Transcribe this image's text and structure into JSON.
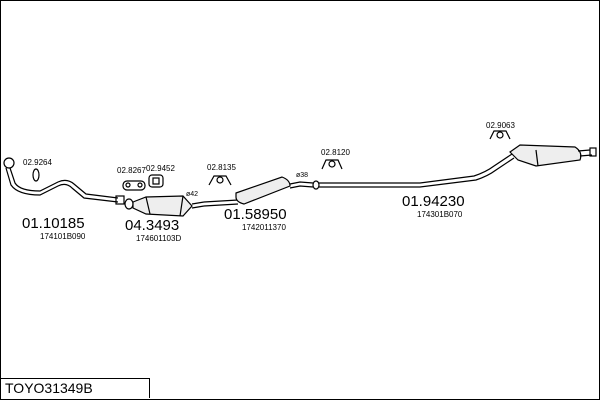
{
  "drawing_code": "TOYO31349B",
  "parts": [
    {
      "part_number": "01.10185",
      "oem_number": "174101B090"
    },
    {
      "part_number": "04.3493",
      "oem_number": "174601103D"
    },
    {
      "part_number": "01.58950",
      "oem_number": "1742011370"
    },
    {
      "part_number": "01.94230",
      "oem_number": "174301B070"
    }
  ],
  "accessories": [
    "02.9264",
    "02.8267",
    "02.9452",
    "02.8135",
    "02.8120",
    "02.9063"
  ],
  "diameters": [
    "ø42",
    "ø38"
  ]
}
